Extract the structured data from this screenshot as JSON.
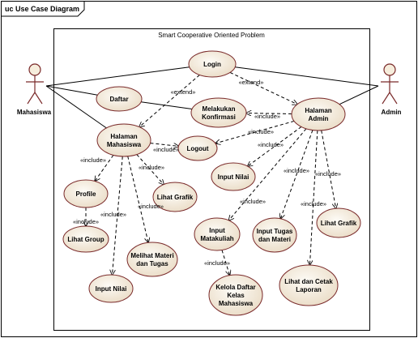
{
  "frame_label": "uc Use Case Diagram",
  "system": {
    "title": "Smart Cooperative Oriented Problem"
  },
  "actors": [
    {
      "id": "mhs",
      "name": "Mahasiswa"
    },
    {
      "id": "adm",
      "name": "Admin"
    }
  ],
  "use_cases": [
    {
      "id": "login",
      "lines": [
        "Login"
      ]
    },
    {
      "id": "daftar",
      "lines": [
        "Daftar"
      ]
    },
    {
      "id": "konfirm",
      "lines": [
        "Melakukan",
        "Konfirmasi"
      ]
    },
    {
      "id": "halAdmin",
      "lines": [
        "Halaman",
        "Admin"
      ]
    },
    {
      "id": "halMhs",
      "lines": [
        "Halaman",
        "Mahasiswa"
      ]
    },
    {
      "id": "logout",
      "lines": [
        "Logout"
      ]
    },
    {
      "id": "profile",
      "lines": [
        "Profile"
      ]
    },
    {
      "id": "grafikM",
      "lines": [
        "Lihat Grafik"
      ]
    },
    {
      "id": "inputNilaiA",
      "lines": [
        "Input Nilai"
      ]
    },
    {
      "id": "group",
      "lines": [
        "Lihat Group"
      ]
    },
    {
      "id": "materi",
      "lines": [
        "Melihat Materi",
        "dan Tugas"
      ]
    },
    {
      "id": "matkul",
      "lines": [
        "Input",
        "Matakuliah"
      ]
    },
    {
      "id": "tugas",
      "lines": [
        "Input Tugas",
        "dan Materi"
      ]
    },
    {
      "id": "grafikA",
      "lines": [
        "Lihat Grafik"
      ]
    },
    {
      "id": "inputNilaiM",
      "lines": [
        "Input Nilai"
      ]
    },
    {
      "id": "kelola",
      "lines": [
        "Kelola Daftar",
        "Kelas",
        "Mahasiswa"
      ]
    },
    {
      "id": "laporan",
      "lines": [
        "Lihat dan Cetak",
        "Laporan"
      ]
    }
  ],
  "associations": [
    [
      "mhs",
      "login"
    ],
    [
      "mhs",
      "daftar"
    ],
    [
      "mhs",
      "halMhs"
    ],
    [
      "adm",
      "login"
    ],
    [
      "adm",
      "halAdmin"
    ],
    [
      "daftar",
      "konfirm"
    ]
  ],
  "dependencies": [
    {
      "from": "login",
      "to": "halMhs",
      "label": "«extend»"
    },
    {
      "from": "login",
      "to": "halAdmin",
      "label": "«extend»"
    },
    {
      "from": "halAdmin",
      "to": "konfirm",
      "label": "«include»"
    },
    {
      "from": "halAdmin",
      "to": "logout",
      "label": "«include»"
    },
    {
      "from": "halMhs",
      "to": "logout",
      "label": "«include»"
    },
    {
      "from": "halMhs",
      "to": "profile",
      "label": "«include»"
    },
    {
      "from": "halMhs",
      "to": "grafikM",
      "label": "«include»"
    },
    {
      "from": "halMhs",
      "to": "materi",
      "label": "«include»"
    },
    {
      "from": "halMhs",
      "to": "inputNilaiM",
      "label": "«include»"
    },
    {
      "from": "profile",
      "to": "group",
      "label": "«include»"
    },
    {
      "from": "halAdmin",
      "to": "inputNilaiA",
      "label": "«include»"
    },
    {
      "from": "halAdmin",
      "to": "matkul",
      "label": "«include»"
    },
    {
      "from": "halAdmin",
      "to": "tugas",
      "label": "«include»"
    },
    {
      "from": "halAdmin",
      "to": "grafikA",
      "label": "«include»"
    },
    {
      "from": "halAdmin",
      "to": "laporan",
      "label": "«include»"
    },
    {
      "from": "matkul",
      "to": "kelola",
      "label": "«include»"
    }
  ]
}
